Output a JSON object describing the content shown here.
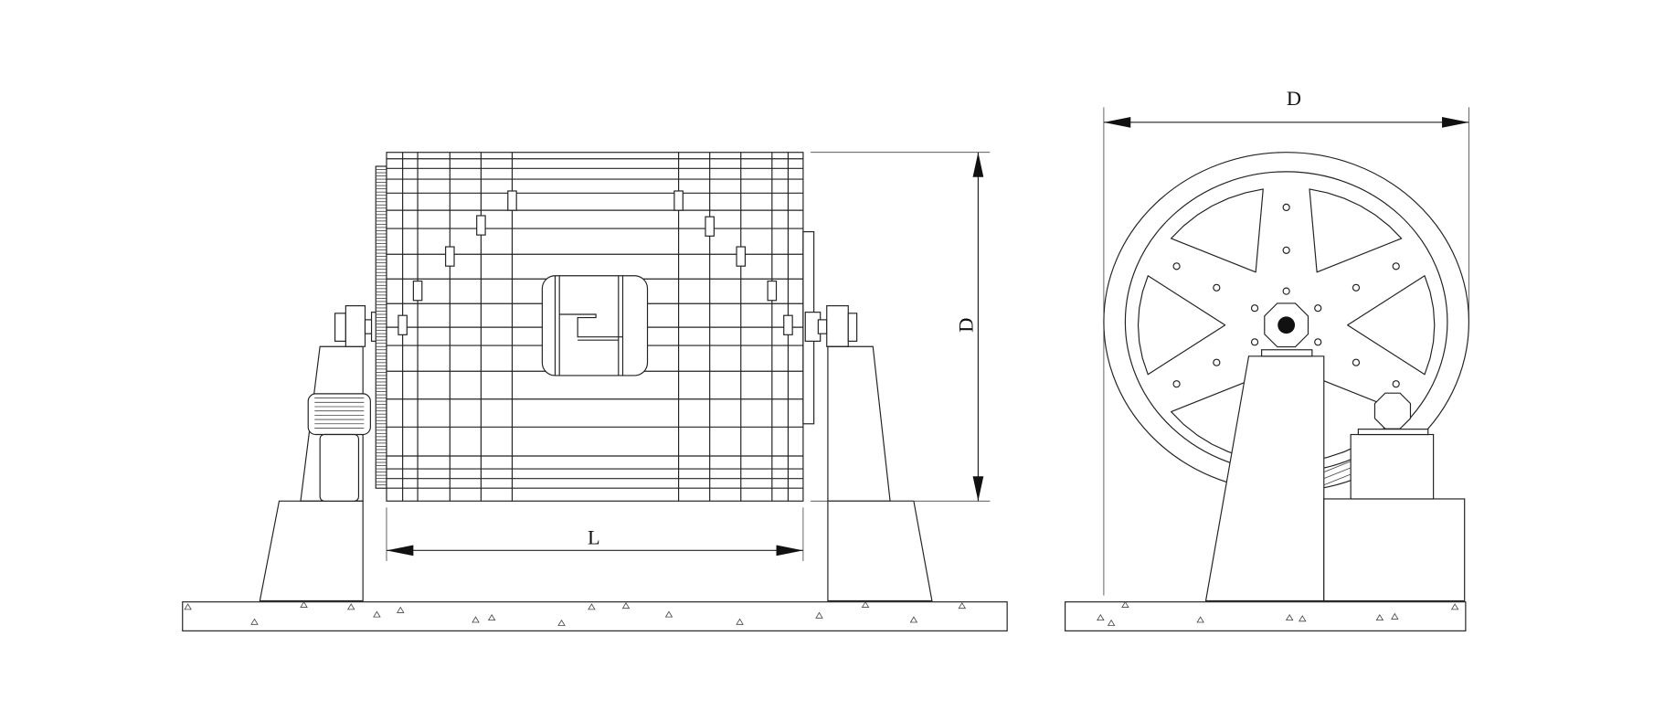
{
  "labels": {
    "side_view_diameter": "D",
    "side_view_length": "L",
    "end_view_diameter": "D"
  },
  "colors": {
    "line": "#222222",
    "background": "#ffffff"
  }
}
